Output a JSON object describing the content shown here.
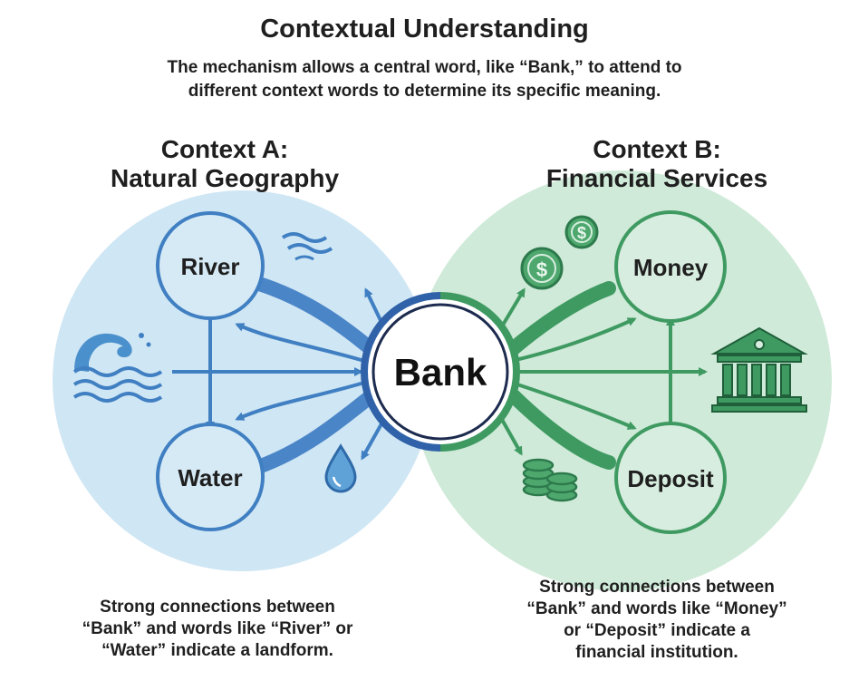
{
  "header": {
    "title": "Contextual Understanding",
    "subtitle_line1": "The mechanism allows a central word, like “Bank,” to attend to",
    "subtitle_line2": "different context words to determine its specific meaning."
  },
  "center": {
    "label": "Bank"
  },
  "context_a": {
    "heading_line1": "Context A:",
    "heading_line2": "Natural Geography",
    "nodes": [
      "River",
      "Water"
    ],
    "caption_line1": "Strong connections between",
    "caption_line2": "“Bank” and words like “River” or",
    "caption_line3": "“Water” indicate a landform.",
    "color": "#3f7fc2",
    "fill": "#cfe6f4"
  },
  "context_b": {
    "heading_line1": "Context B:",
    "heading_line2": "Financial Services",
    "nodes": [
      "Money",
      "Deposit"
    ],
    "caption_line1": "Strong connections between",
    "caption_line2": "“Bank” and words like “Money”",
    "caption_line3": "or “Deposit” indicate a",
    "caption_line4": "financial institution.",
    "color": "#3f9a62",
    "fill": "#cfead8"
  },
  "icons": [
    "waves-icon",
    "wave-icon",
    "water-drop-icon",
    "dollar-coin-icon",
    "coin-stack-icon",
    "bank-building-icon"
  ]
}
